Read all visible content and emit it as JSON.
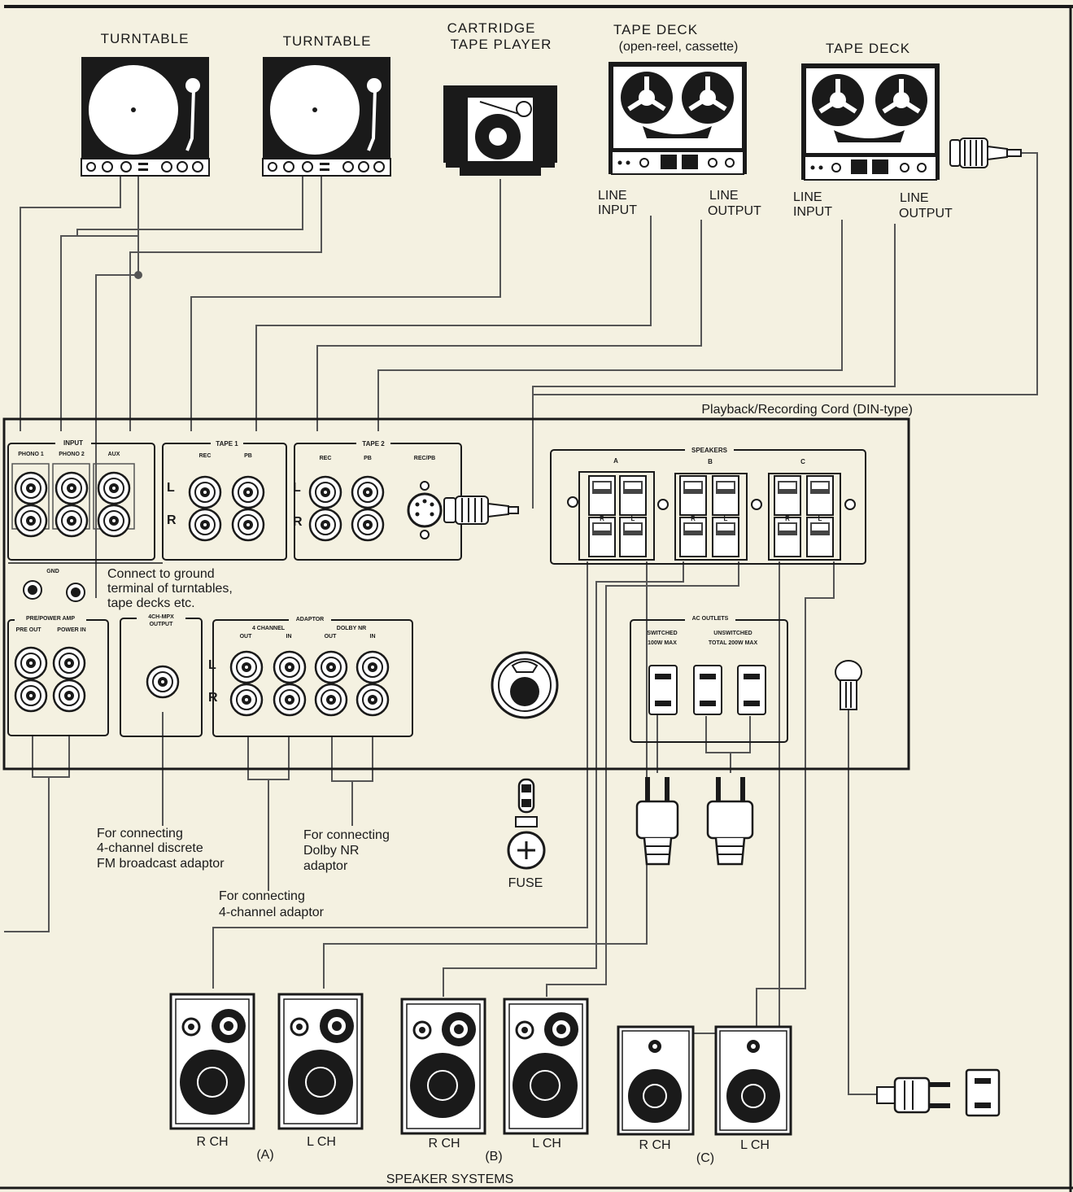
{
  "devices": {
    "turntable1": "TURNTABLE",
    "turntable2": "TURNTABLE",
    "cartridge_line1": "CARTRIDGE",
    "cartridge_line2": "TAPE PLAYER",
    "tapedeck1_title": "TAPE DECK",
    "tapedeck1_sub": "(open-reel, cassette)",
    "tapedeck2_title": "TAPE DECK"
  },
  "deck_io": {
    "line": "LINE",
    "input": "INPUT",
    "output": "OUTPUT"
  },
  "din_cord": "Playback/Recording Cord (DIN-type)",
  "panel": {
    "input_group": "INPUT",
    "phono1": "PHONO 1",
    "phono2": "PHONO 2",
    "aux": "AUX",
    "tape1": "TAPE 1",
    "tape2": "TAPE 2",
    "rec": "REC",
    "pb": "PB",
    "recpb": "REC/PB",
    "left": "L",
    "right": "R",
    "speakers": "SPEAKERS",
    "spk_a": "A",
    "spk_b": "B",
    "spk_c": "C",
    "gnd": "GND",
    "prepower": "PRE/POWER AMP",
    "preout": "PRE OUT",
    "powerin": "POWER IN",
    "mpx1": "4CH-MPX",
    "mpx2": "OUTPUT",
    "adaptor": "ADAPTOR",
    "four_ch": "4 CHANNEL",
    "dolby": "DOLBY NR",
    "out": "OUT",
    "in": "IN",
    "ac_outlets": "AC OUTLETS",
    "switched": "SWITCHED",
    "switched_max": "100W MAX",
    "unswitched": "UNSWITCHED",
    "unswitched_max": "TOTAL 200W MAX"
  },
  "notes": {
    "ground1": "Connect to ground",
    "ground2": "terminal of turntables,",
    "ground3": "tape decks etc.",
    "fm1": "For connecting",
    "fm2": "4-channel discrete",
    "fm3": "FM broadcast adaptor",
    "adp1": "For connecting",
    "adp2": "4-channel adaptor",
    "dolby1": "For connecting",
    "dolby2": "Dolby NR",
    "dolby3": "adaptor",
    "fuse": "FUSE"
  },
  "speakers": {
    "rch": "R CH",
    "lch": "L CH",
    "a": "(A)",
    "b": "(B)",
    "c": "(C)",
    "systems": "SPEAKER SYSTEMS"
  },
  "colors": {
    "background": "#f4f1e1",
    "ink": "#1a1a1a",
    "wire": "#555555"
  }
}
